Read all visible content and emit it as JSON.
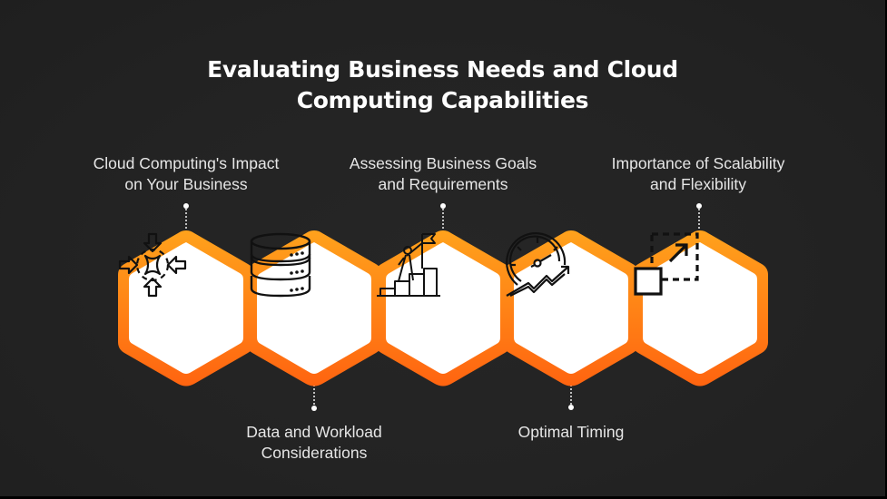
{
  "title": {
    "line1": "Evaluating Business Needs and Cloud",
    "line2": "Computing Capabilities"
  },
  "colors": {
    "background": "#232323",
    "hex_border_light": "#ff9a1a",
    "hex_border_dark": "#ff6a10",
    "hex_fill": "#ffffff",
    "icon_stroke": "#111111",
    "text": "#e6e6e6"
  },
  "steps": [
    {
      "position": "top",
      "line1": "Cloud Computing's Impact",
      "line2": "on Your Business",
      "icon": "converge-arrows-icon"
    },
    {
      "position": "bottom",
      "line1": "Data and Workload",
      "line2": "Considerations",
      "icon": "database-icon"
    },
    {
      "position": "top",
      "line1": "Assessing Business Goals",
      "line2": "and Requirements",
      "icon": "climbing-goal-flag-icon"
    },
    {
      "position": "bottom",
      "line1": "Optimal Timing",
      "line2": "",
      "icon": "speedometer-growth-icon"
    },
    {
      "position": "top",
      "line1": "Importance of Scalability",
      "line2": "and Flexibility",
      "icon": "scale-up-resize-icon"
    }
  ]
}
